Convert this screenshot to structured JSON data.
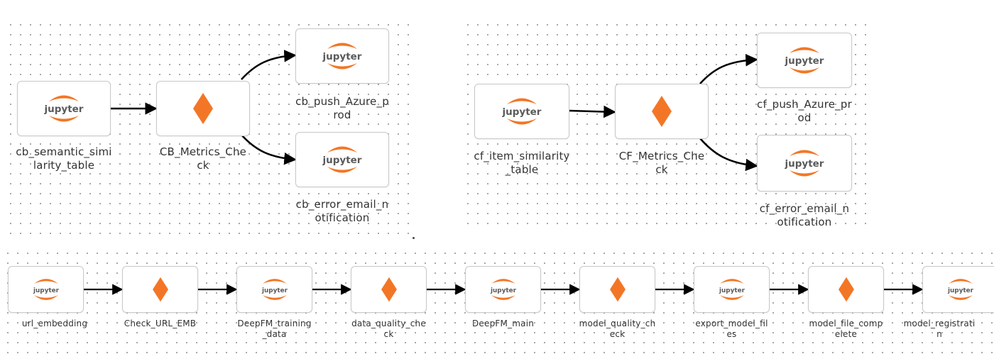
{
  "colors": {
    "accent": "#f37626",
    "edge": "#000000",
    "node_border": "#c8c8c8",
    "label": "#333333",
    "grid_dot": "#9a9a9a"
  },
  "icons": {
    "notebook": "jupyter-logo-icon",
    "check": "diamond-icon"
  },
  "logo_text": "jupyter",
  "pipeline_cb": {
    "source": {
      "label": "cb_semantic_simi\nlarity_table"
    },
    "check": {
      "label": "CB_Metrics_Che\nck"
    },
    "push": {
      "label": "cb_push_Azure_p\nrod"
    },
    "notify": {
      "label": "cb_error_email_n\notification"
    }
  },
  "pipeline_cf": {
    "source": {
      "label": "cf_item_similarity\n_table"
    },
    "check": {
      "label": "CF_Metrics_Che\nck"
    },
    "push": {
      "label": "cf_push_Azure_pr\nod"
    },
    "notify": {
      "label": "cf_error_email_n\notification"
    }
  },
  "pipeline_main": [
    {
      "label": "url_embedding",
      "kind": "notebook"
    },
    {
      "label": "Check_URL_EMB",
      "kind": "check"
    },
    {
      "label": "DeepFM_training\n_data",
      "kind": "notebook"
    },
    {
      "label": "data_quality_che\nck",
      "kind": "check"
    },
    {
      "label": "DeepFM_main",
      "kind": "notebook"
    },
    {
      "label": "model_quality_ch\neck",
      "kind": "check"
    },
    {
      "label": "export_model_fil\nes",
      "kind": "notebook"
    },
    {
      "label": "model_file_comp\nelete",
      "kind": "check"
    },
    {
      "label": "model_registrati\nn",
      "kind": "notebook"
    }
  ]
}
